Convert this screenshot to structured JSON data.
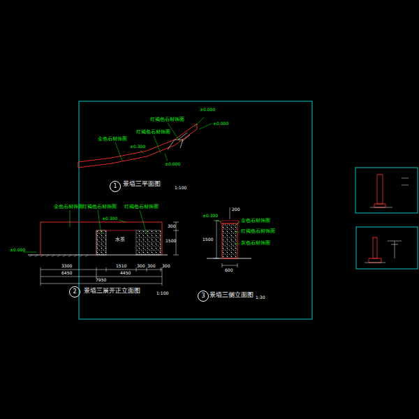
{
  "diagram": {
    "nodes": [
      {
        "text": [
          "1"
        ]
      },
      {
        "text": [
          "2"
        ]
      },
      {
        "text": [
          "3"
        ]
      }
    ],
    "labels": [
      "景墙三平面图",
      "1:100",
      "金色石材饰面",
      "红褐色石材饰面",
      "红褐色石材饰面",
      "±0.000",
      "±0.000",
      "±0.300",
      "±0.000",
      "景墙三展开正立面图",
      "1:100",
      "金色石材饰面",
      "红褐色石材饰面",
      "红褐色石材饰面",
      "±0.300",
      "水景",
      "±0.000",
      "300",
      "1500",
      "3300",
      "1510",
      "300",
      "300",
      "300",
      "6450",
      "4450",
      "7950",
      "景墙三侧立面图",
      "1:30",
      "金色石材饰面",
      "红褐色石材饰面",
      "灰色石材饰面",
      "±0.300",
      "1500",
      "600",
      "200"
    ]
  }
}
